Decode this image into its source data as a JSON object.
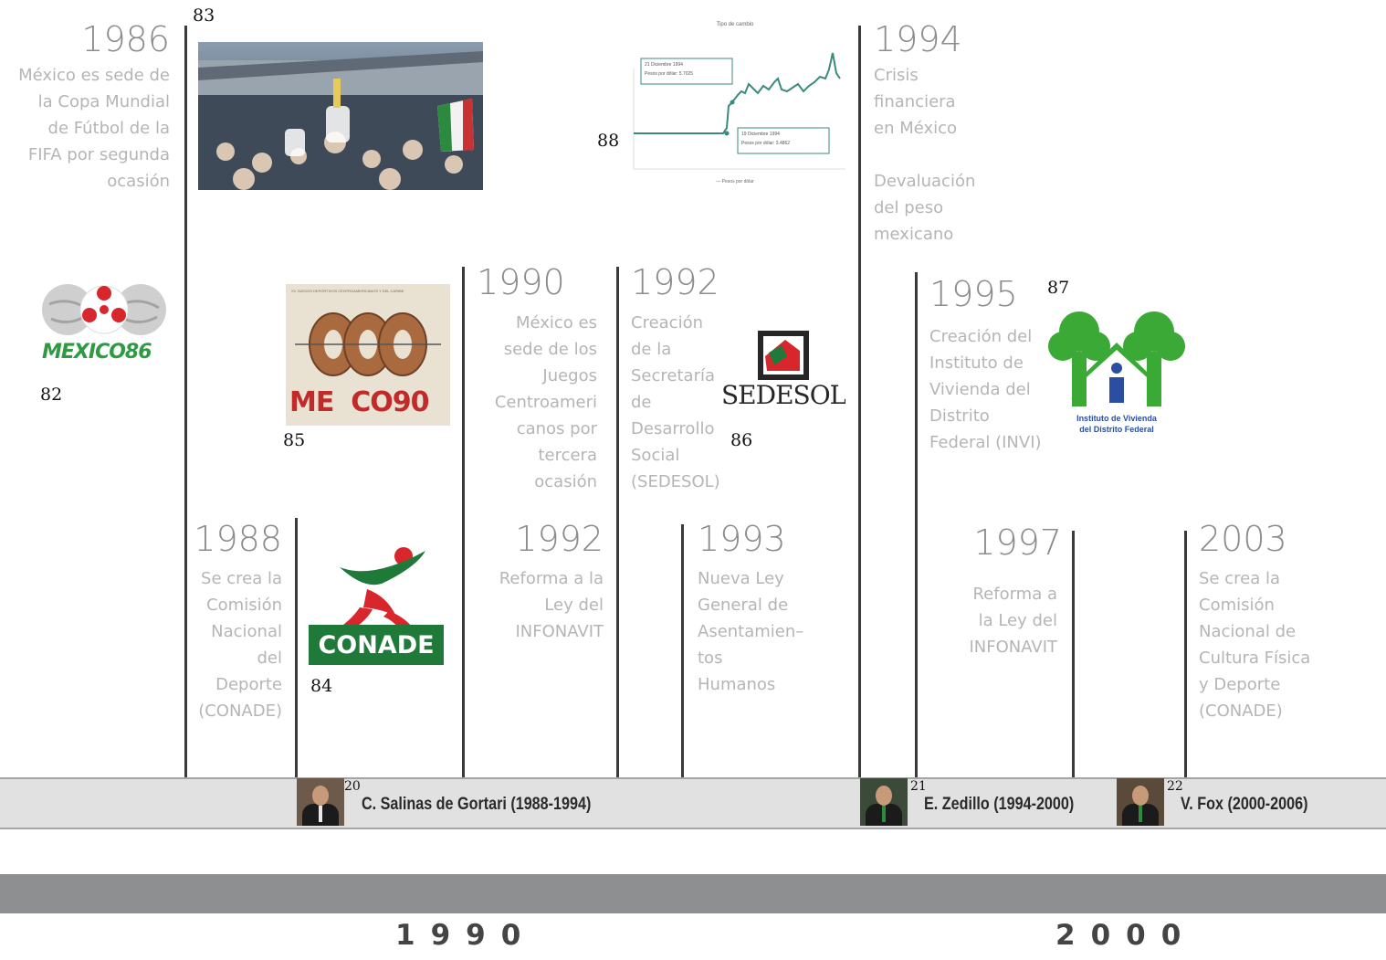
{
  "events": {
    "e1986": {
      "year": "1986",
      "text": "México es sede de\nla Copa Mundial\nde Fútbol de la\nFIFA por segunda\nocasión"
    },
    "e1988": {
      "year": "1988",
      "text": "Se crea la\nComisión\nNacional\ndel\nDeporte\n(CONADE)"
    },
    "e1990": {
      "year": "1990",
      "text": "México es\nsede de los\nJuegos\nCentroameri\ncanos por\ntercera\nocasión"
    },
    "e1992a": {
      "year": "1992",
      "text": "Creación\nde la\nSecretaría\nde\nDesarrollo\nSocial\n(SEDESOL)"
    },
    "e1992b": {
      "year": "1992",
      "text": "Reforma a la\nLey del\nINFONAVIT"
    },
    "e1993": {
      "year": "1993",
      "text": "Nueva Ley\nGeneral de\nAsentamien–\ntos\nHumanos"
    },
    "e1994": {
      "year": "1994",
      "text": "Crisis\nfinanciera\nen México\n\nDevaluación\ndel peso\nmexicano"
    },
    "e1995": {
      "year": "1995",
      "text": "Creación del\nInstituto de\nVivienda del\nDistrito\nFederal (INVI)"
    },
    "e1997": {
      "year": "1997",
      "text": "Reforma a\nla Ley del\nINFONAVIT"
    },
    "e2003": {
      "year": "2003",
      "text": "Se crea la\nComisión\nNacional de\nCultura Física\ny Deporte\n(CONADE)"
    }
  },
  "figure_numbers": {
    "n82": "82",
    "n83": "83",
    "n84": "84",
    "n85": "85",
    "n86": "86",
    "n87": "87",
    "n88": "88"
  },
  "logos": {
    "mexico86": "MEXICO86",
    "mexico90": "ME  CO90",
    "mexico90_top": "XV JUEGOS DEPORTIVOS CENTROAMERICANOS Y DEL CARIBE",
    "conade": "CONADE",
    "sedesol": "SEDESOL",
    "invi_line1": "Instituto de Vivienda",
    "invi_line2": "del Distrito Federal"
  },
  "exchange_chart": {
    "title": "Tipo de cambio",
    "annotation_top_1": "21 Diciembre 1994",
    "annotation_top_2": "Pesos por dólar: 5.7025",
    "annotation_bottom_1": "19 Diciembre 1994",
    "annotation_bottom_2": "Pesos por dólar: 3.4862",
    "legend": "— Pesos por dólar"
  },
  "presidents": [
    {
      "num": "20",
      "label": "C. Salinas de Gortari (1988-1994)"
    },
    {
      "num": "21",
      "label": "E. Zedillo (1994-2000)"
    },
    {
      "num": "22",
      "label": "V. Fox (2000-2006)"
    }
  ],
  "decades": {
    "d1990": "1990",
    "d2000": "2000"
  },
  "colors": {
    "timeline_line": "#3a3a3a",
    "year_text": "#8c8c8c",
    "desc_text": "#b5b5b5",
    "band": "#e1e1e1",
    "bottom_bar": "#8d8f90",
    "conade_green": "#1f7a3a",
    "conade_red": "#d8262d",
    "invi_green": "#3aa935",
    "invi_blue": "#2b4ea2",
    "sedesol_dark": "#262626",
    "chart_line": "#3b8a7d"
  }
}
